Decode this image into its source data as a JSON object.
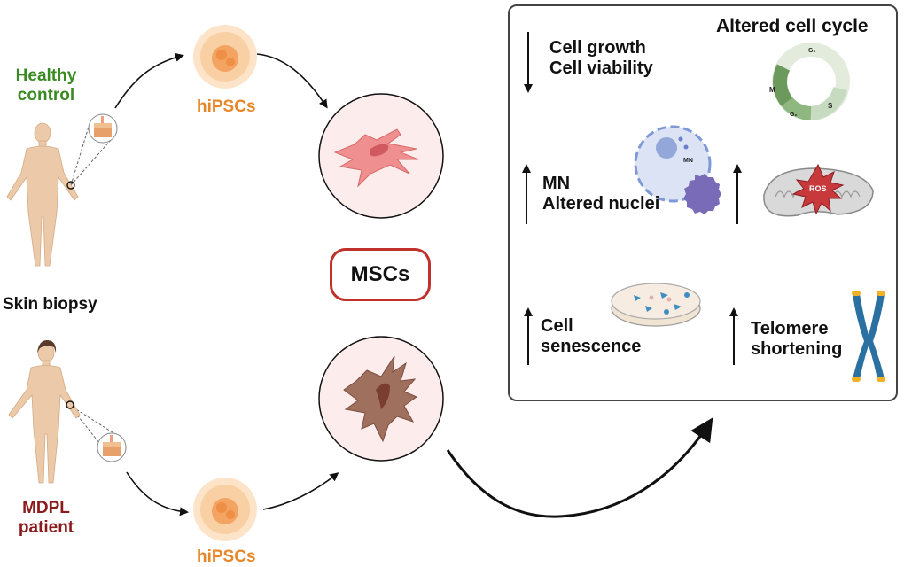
{
  "left": {
    "healthy_label_line1": "Healthy",
    "healthy_label_line2": "control",
    "biopsy_label": "Skin biopsy",
    "patient_label_line1": "MDPL",
    "patient_label_line2": "patient",
    "hipsc_label_top": "hiPSCs",
    "hipsc_label_bottom": "hiPSCs"
  },
  "center": {
    "mscs_label": "MSCs"
  },
  "panel": {
    "cell_cycle_title": "Altered cell cycle",
    "cell_cycle_phases": [
      "G1",
      "S",
      "G2",
      "M"
    ],
    "growth_direction": "down",
    "growth_line1": "Cell growth",
    "growth_line2": "Cell viability",
    "mn_direction": "up",
    "mn_line1": "MN",
    "mn_line2": "Altered nuclei",
    "mn_icon_label": "MN",
    "ros_direction": "up",
    "ros_label": "ROS",
    "senescence_direction": "up",
    "senescence_line1": "Cell",
    "senescence_line2": "senescence",
    "telomere_direction": "up",
    "telomere_line1": "Telomere",
    "telomere_line2": "shortening"
  },
  "colors": {
    "healthy": "#3a8a23",
    "hipsc": "#e8862a",
    "patient": "#8b1a1a",
    "mscs_border": "#c0312b",
    "healthy_cell": "#ef8f8f",
    "patient_cell": "#a0705f"
  }
}
